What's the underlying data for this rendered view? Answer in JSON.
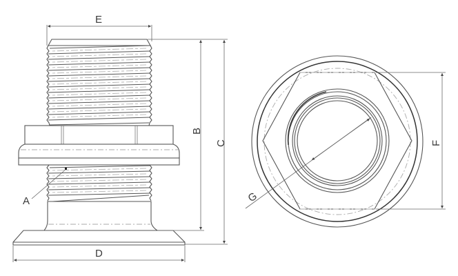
{
  "drawing": {
    "subject": "threaded through-hull fitting with flange nut",
    "views": [
      {
        "name": "side-view",
        "labels": [
          "A",
          "B",
          "C",
          "D",
          "E"
        ]
      },
      {
        "name": "end-view",
        "labels": [
          "F",
          "G"
        ]
      }
    ]
  },
  "labels": {
    "A": "A",
    "B": "B",
    "C": "C",
    "D": "D",
    "E": "E",
    "F": "F",
    "G": "G"
  },
  "colors": {
    "line": "#555555",
    "dimension": "#666666",
    "hidden": "#aaaaaa",
    "background": "#ffffff"
  }
}
